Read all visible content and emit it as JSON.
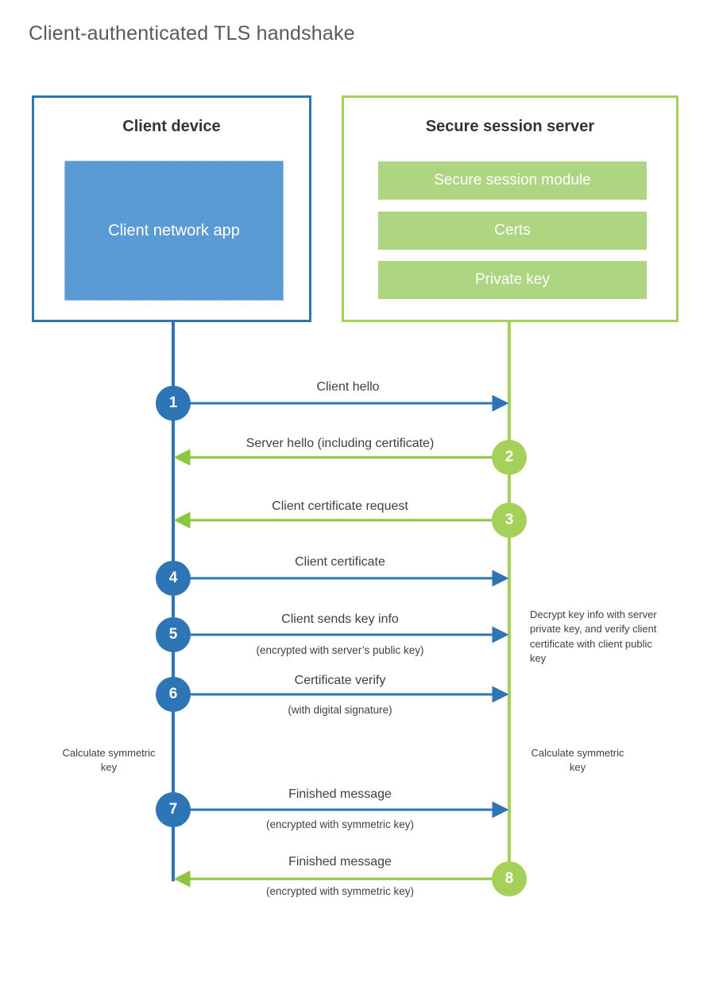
{
  "title": "Client-authenticated TLS handshake",
  "colors": {
    "client_blue": "#2e75b6",
    "client_app_fill": "#5b9bd5",
    "server_green": "#a5d05a",
    "server_bar_fill": "#aed581",
    "text": "#404040",
    "title": "#595959"
  },
  "participants": {
    "client": {
      "heading": "Client device",
      "component": "Client network app"
    },
    "server": {
      "heading": "Secure session server",
      "components": [
        "Secure session module",
        "Certs",
        "Private key"
      ]
    }
  },
  "steps": [
    {
      "number": "1",
      "label": "Client hello",
      "sub": "",
      "direction": "client-to-server",
      "color": "blue"
    },
    {
      "number": "2",
      "label": "Server hello (including certificate)",
      "sub": "",
      "direction": "server-to-client",
      "color": "green"
    },
    {
      "number": "3",
      "label": "Client certificate request",
      "sub": "",
      "direction": "server-to-client",
      "color": "green"
    },
    {
      "number": "4",
      "label": "Client certificate",
      "sub": "",
      "direction": "client-to-server",
      "color": "blue"
    },
    {
      "number": "5",
      "label": "Client sends key info",
      "sub": "(encrypted with server’s public key)",
      "direction": "client-to-server",
      "color": "blue"
    },
    {
      "number": "6",
      "label": "Certificate verify",
      "sub": "(with digital signature)",
      "direction": "client-to-server",
      "color": "blue"
    },
    {
      "number": "7",
      "label": "Finished message",
      "sub": "(encrypted with symmetric key)",
      "direction": "client-to-server",
      "color": "blue"
    },
    {
      "number": "8",
      "label": "Finished message",
      "sub": "(encrypted with symmetric key)",
      "direction": "server-to-client",
      "color": "green"
    }
  ],
  "annotations": {
    "server_decrypt": "Decrypt key info with server private key, and verify client certificate with client public key",
    "client_calculate": "Calculate symmetric key",
    "server_calculate": "Calculate symmetric key"
  }
}
